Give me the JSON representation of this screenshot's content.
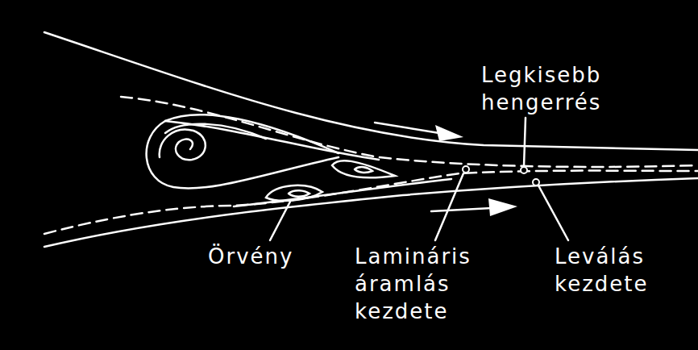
{
  "diagram": {
    "labels": [
      "Legkisebb hengerrés",
      "Örvény",
      "Lamináris áramlás kezdete",
      "Leválás kezdete"
    ]
  }
}
